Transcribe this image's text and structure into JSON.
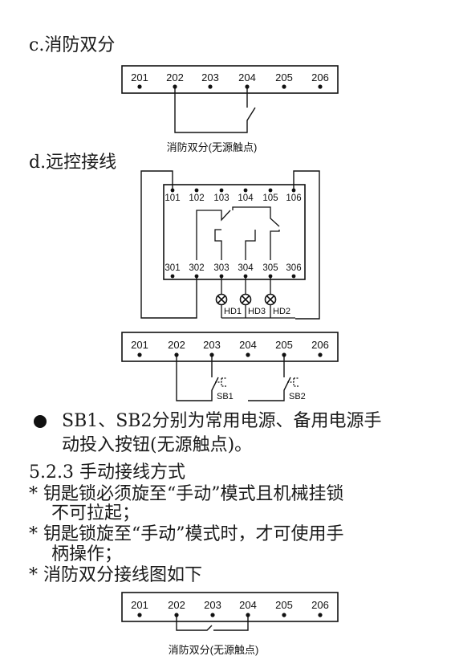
{
  "sections": {
    "c_heading": "c.消防双分",
    "d_heading": "d.远控接线"
  },
  "strip_labels": [
    "201",
    "202",
    "203",
    "204",
    "205",
    "206"
  ],
  "relay_top_labels": [
    "101",
    "102",
    "103",
    "104",
    "105",
    "106"
  ],
  "relay_bottom_labels": [
    "301",
    "302",
    "303",
    "304",
    "305",
    "306"
  ],
  "lamp_labels": [
    "HD1",
    "HD3",
    "HD2"
  ],
  "switch_labels": [
    "SB1",
    "SB2"
  ],
  "caption": "消防双分(无源触点)",
  "bullet": {
    "line1": "SB1、SB2分别为常用电源、备用电源手",
    "line2": "动投入按钮(无源触点)。"
  },
  "subsection": {
    "title": "5.2.3 手动接线方式",
    "items": [
      {
        "line1": "* 钥匙锁必须旋至“手动”模式且机械挂锁",
        "line2": "不可拉起；"
      },
      {
        "line1": "* 钥匙锁旋至“手动”模式时，才可使用手",
        "line2": "柄操作；"
      },
      {
        "line1": "* 消防双分接线图如下",
        "line2": ""
      }
    ]
  }
}
